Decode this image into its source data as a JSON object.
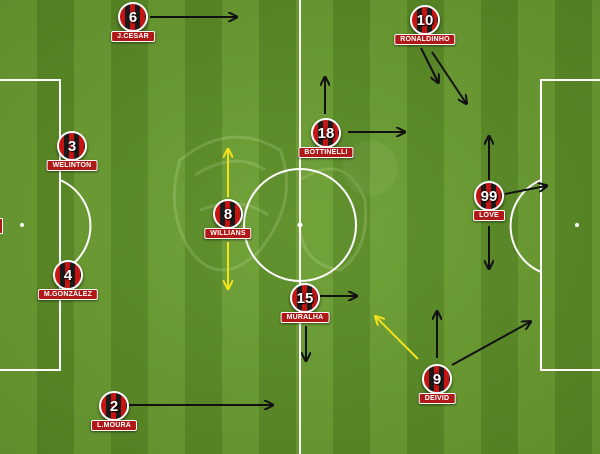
{
  "players": [
    {
      "id": "jcesar",
      "number": "6",
      "name": "J.CESAR"
    },
    {
      "id": "ronaldinho",
      "number": "10",
      "name": "RONALDINHO"
    },
    {
      "id": "welinton",
      "number": "3",
      "name": "WELINTON"
    },
    {
      "id": "bottinelli",
      "number": "18",
      "name": "BOTTINELLI"
    },
    {
      "id": "love",
      "number": "99",
      "name": "LOVE"
    },
    {
      "id": "williams",
      "number": "8",
      "name": "WILLIANS"
    },
    {
      "id": "mgonzalez",
      "number": "4",
      "name": "M.GONZÁLEZ"
    },
    {
      "id": "muralha",
      "number": "15",
      "name": "MURALHA"
    },
    {
      "id": "deivid",
      "number": "9",
      "name": "DEIVID"
    },
    {
      "id": "lmoura",
      "number": "2",
      "name": "L.MOURA"
    }
  ],
  "colors": {
    "kit_red": "#c41414",
    "kit_black": "#1a1a1a",
    "label_red": "#b01818",
    "arrow_black": "#111111",
    "arrow_yellow": "#f2e21a",
    "pitch_line": "#ffffff"
  }
}
